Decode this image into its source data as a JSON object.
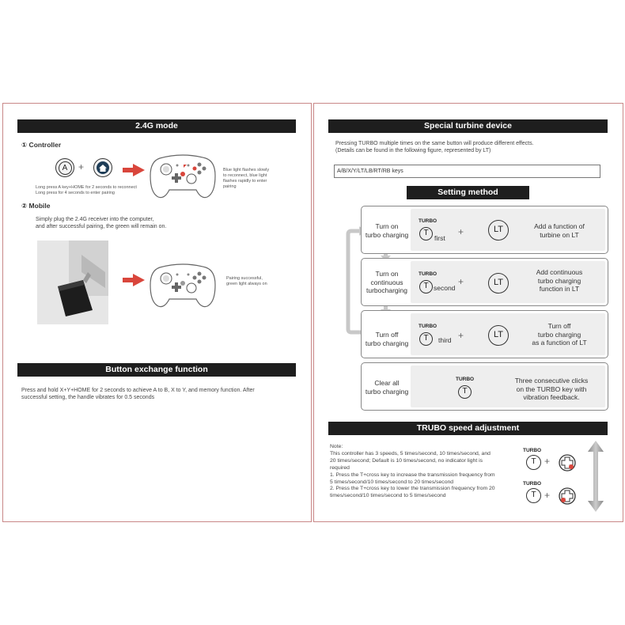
{
  "left": {
    "mode_banner": "2.4G mode",
    "controller_heading": "① Controller",
    "a_key": "A",
    "plus": "+",
    "controller_caption": [
      "Long press A key+HOME for 2 seconds to reconnect",
      "Long press for 4 seconds to enter pairing"
    ],
    "controller_result": [
      "Blue light flashes slowly",
      "to reconnect, blue light",
      "flashes rapidly to enter",
      "pairing"
    ],
    "mobile_heading": "② Mobile",
    "mobile_text": [
      "Simply plug the 2.4G receiver into the computer,",
      "and after successful pairing, the green will remain on."
    ],
    "mobile_result": [
      "Pairing successful,",
      "green light always on"
    ],
    "exchange_banner": "Button exchange function",
    "exchange_text": [
      "Press and hold X+Y+HOME for 2 seconds to achieve A to B, X to Y, and memory function. After",
      "successful setting, the handle vibrates for 0.5 seconds"
    ]
  },
  "right": {
    "turbine_banner": "Special turbine device",
    "turbine_text": [
      "Pressing TURBO multiple times on the same button will produce different effects.",
      "(Details can be found in the following figure, represented by LT)"
    ],
    "keys_box": "A/B/X/Y/LT/LB/RT/RB keys",
    "setting_banner": "Setting method",
    "turbo_word": "TURBO",
    "t_letter": "T",
    "lt_letter": "LT",
    "plus": "+",
    "steps": [
      {
        "label": [
          "Turn on",
          "turbo charging"
        ],
        "count": "first",
        "desc": [
          "Add a function of",
          "turbine on LT"
        ]
      },
      {
        "label": [
          "Turn on",
          "continuous",
          "turbocharging"
        ],
        "count": "second",
        "desc": [
          "Add continuous",
          "turbo charging",
          "function in LT"
        ]
      },
      {
        "label": [
          "Turn off",
          "turbo charging"
        ],
        "count": "third",
        "desc": [
          "Turn off",
          "turbo charging",
          "as a function of LT"
        ]
      },
      {
        "label": [
          "Clear all",
          "turbo charging"
        ],
        "desc": [
          "Three consecutive clicks",
          "on the TURBO key with",
          "vibration feedback."
        ]
      }
    ],
    "speed_banner": "TRUBO speed adjustment",
    "note_lines": [
      "Note:",
      "This controller has 3 speeds, 5 times/second, 10 times/second, and",
      "20 times/second; Default is 10 times/second, no indicator light is",
      "required",
      "1. Press the T+cross key to increase the transmission frequency from",
      "5 times/second/10 times/second to 20 times/second",
      "2. Press the T+cross key to lower the transmission frequency from 20",
      "times/second/10 times/second to 5 times/second"
    ]
  },
  "colors": {
    "accent_red": "#d9463c",
    "banner": "#1e1e1e",
    "panel_border": "#c98888",
    "step_fill": "#eeeeee"
  }
}
